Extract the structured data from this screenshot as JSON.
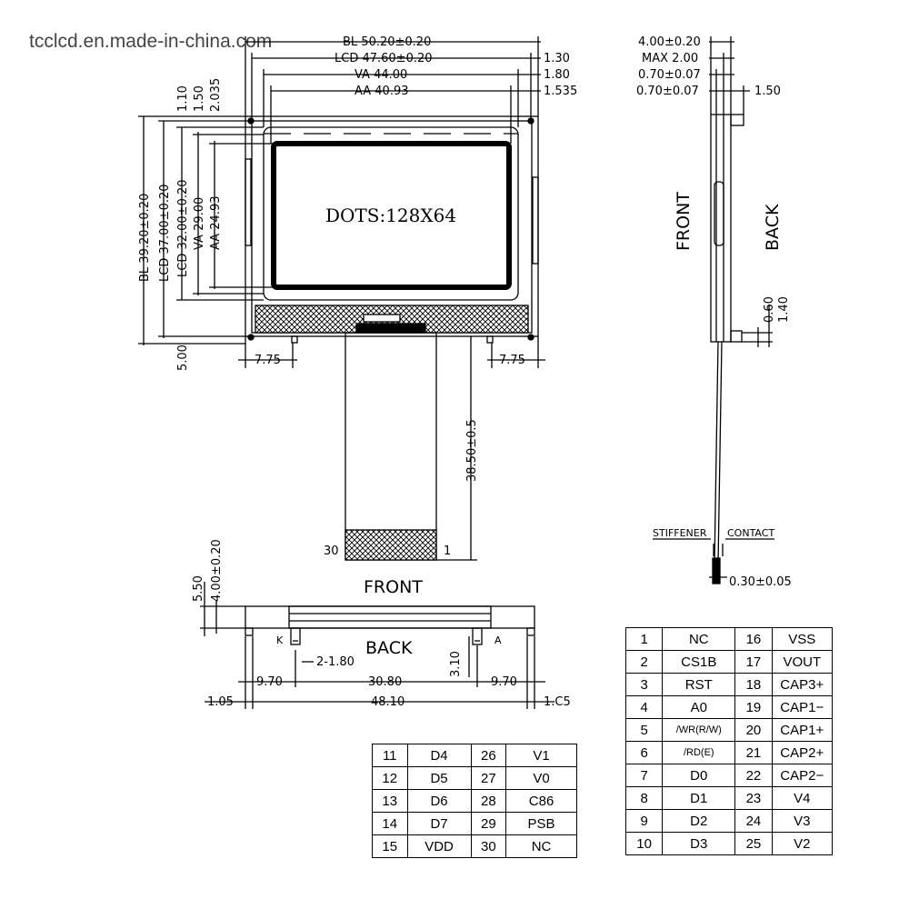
{
  "watermark": "tcclcd.en.made-in-china.com",
  "display_label": "DOTS:128X64",
  "front_view": {
    "dims_top": [
      "BL 50.20±0.20",
      "LCD 47.60±0.20",
      "VA 44.00",
      "AA 40.93"
    ],
    "dims_top_right": [
      "1.30",
      "1.80",
      "1.535"
    ],
    "dims_left": [
      "BL 39.20±0.20",
      "LCD 37.00±0.20",
      "LCD 32.00±0.20",
      "VA 29.00",
      "AA 24.93"
    ],
    "dims_left_top": [
      "1.10",
      "1.50",
      "2.035"
    ],
    "dim_bottom_left": "5.00",
    "dim_7_75_left": "7.75",
    "dim_7_75_right": "7.75",
    "dim_fpc": "38.50±0.5",
    "pin_30": "30",
    "pin_1": "1",
    "label": "FRONT"
  },
  "side_view": {
    "dims": [
      "4.00±0.20",
      "MAX 2.00",
      "0.70±0.07",
      "0.70±0.07"
    ],
    "dim_1_50": "1.50",
    "front_label": "FRONT",
    "back_label": "BACK",
    "dim_0_60": "0.60",
    "dim_1_40": "1.40",
    "stiffener": "STIFFENER",
    "contact": "CONTACT",
    "thickness": "0.30±0.05"
  },
  "bottom_view": {
    "dim_5_50": "5.50",
    "dim_4_00": "4.00±0.20",
    "label_k": "K",
    "label_a": "A",
    "back_label": "BACK",
    "dim_2_1_80": "2-1.80",
    "dim_3_10": "3.10",
    "dim_9_70_left": "9.70",
    "dim_30_80": "30.80",
    "dim_9_70_right": "9.70",
    "dim_1_05_left": "1.05",
    "dim_48_10": "48.10",
    "dim_1_05_right": "1.C5"
  },
  "pin_table_right": [
    {
      "n1": "1",
      "s1": "NC",
      "n2": "16",
      "s2": "VSS"
    },
    {
      "n1": "2",
      "s1": "CS1B",
      "n2": "17",
      "s2": "VOUT"
    },
    {
      "n1": "3",
      "s1": "RST",
      "n2": "18",
      "s2": "CAP3+"
    },
    {
      "n1": "4",
      "s1": "A0",
      "n2": "19",
      "s2": "CAP1−"
    },
    {
      "n1": "5",
      "s1": "/WR(R/W)",
      "n2": "20",
      "s2": "CAP1+"
    },
    {
      "n1": "6",
      "s1": "/RD(E)",
      "n2": "21",
      "s2": "CAP2+"
    },
    {
      "n1": "7",
      "s1": "D0",
      "n2": "22",
      "s2": "CAP2−"
    },
    {
      "n1": "8",
      "s1": "D1",
      "n2": "23",
      "s2": "V4"
    },
    {
      "n1": "9",
      "s1": "D2",
      "n2": "24",
      "s2": "V3"
    },
    {
      "n1": "10",
      "s1": "D3",
      "n2": "25",
      "s2": "V2"
    }
  ],
  "pin_table_left": [
    {
      "n1": "11",
      "s1": "D4",
      "n2": "26",
      "s2": "V1"
    },
    {
      "n1": "12",
      "s1": "D5",
      "n2": "27",
      "s2": "V0"
    },
    {
      "n1": "13",
      "s1": "D6",
      "n2": "28",
      "s2": "C86"
    },
    {
      "n1": "14",
      "s1": "D7",
      "n2": "29",
      "s2": "PSB"
    },
    {
      "n1": "15",
      "s1": "VDD",
      "n2": "30",
      "s2": "NC"
    }
  ]
}
